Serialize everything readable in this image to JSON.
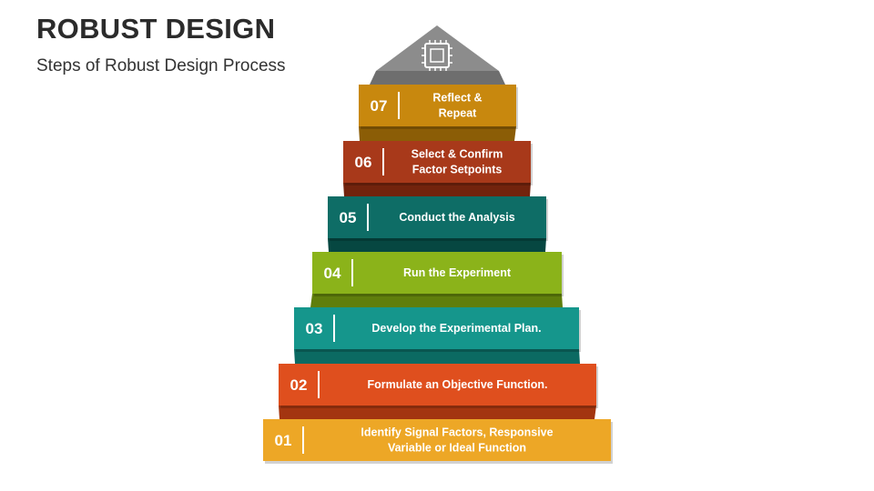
{
  "title": "ROBUST DESIGN",
  "subtitle": "Steps of Robust Design Process",
  "top_icon": "circuit-chip-icon",
  "steps": [
    {
      "number": "01",
      "lines": [
        "Identify Signal Factors, Responsive",
        "Variable or Ideal Function"
      ],
      "color": "#EDA726",
      "dark": "#B57A12"
    },
    {
      "number": "02",
      "lines": [
        "Formulate an Objective Function."
      ],
      "color": "#DF4F1E",
      "dark": "#A33510"
    },
    {
      "number": "03",
      "lines": [
        "Develop the Experimental Plan."
      ],
      "color": "#15968C",
      "dark": "#0B6A62"
    },
    {
      "number": "04",
      "lines": [
        "Run the Experiment"
      ],
      "color": "#8BB31A",
      "dark": "#5F7E0C"
    },
    {
      "number": "05",
      "lines": [
        "Conduct the Analysis"
      ],
      "color": "#0E6D66",
      "dark": "#064741"
    },
    {
      "number": "06",
      "lines": [
        "Select & Confirm",
        "Factor Setpoints"
      ],
      "color": "#A8391A",
      "dark": "#72230D"
    },
    {
      "number": "07",
      "lines": [
        "Reflect &",
        "Repeat"
      ],
      "color": "#C8880E",
      "dark": "#8B5D06"
    }
  ],
  "roof_color": "#8C8C8C"
}
